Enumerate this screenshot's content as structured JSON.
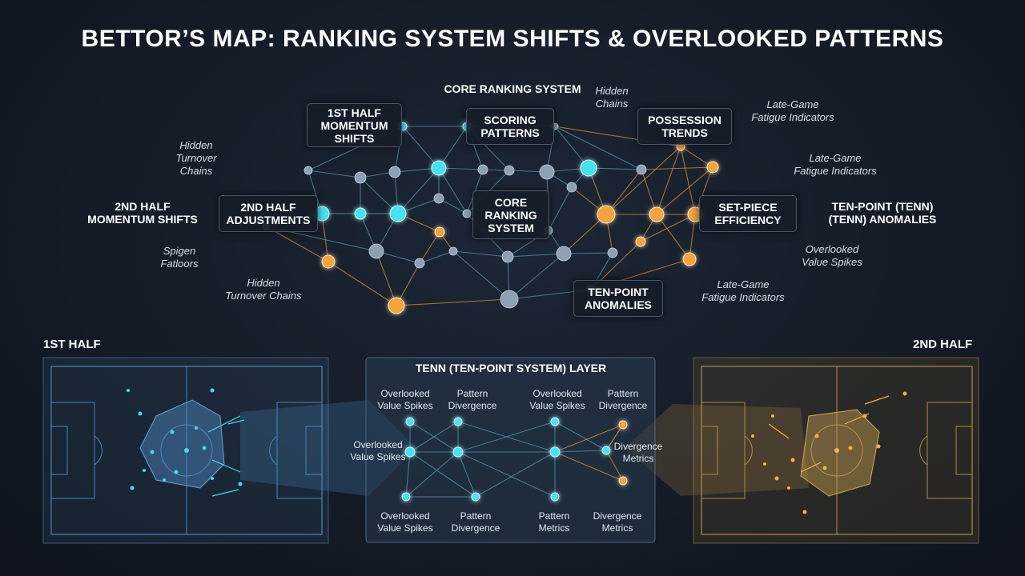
{
  "title": "BETTOR’S MAP: RANKING SYSTEM SHIFTS & OVERLOOKED PATTERNS",
  "top_label": "CORE RANKING SYSTEM",
  "boxes": {
    "first_half_momentum": [
      "1ST HALF",
      "MOMENTUM",
      "SHIFTS"
    ],
    "scoring_patterns": [
      "SCORING",
      "PATTERNS"
    ],
    "possession_trends": [
      "POSSESSION",
      "TRENDS"
    ],
    "second_half_adjustments": [
      "2ND HALF",
      "ADJUSTMENTS"
    ],
    "core_ranking": [
      "CORE",
      "RANKING",
      "SYSTEM"
    ],
    "set_piece": [
      "SET-PIECE",
      "EFFICIENCY"
    ],
    "ten_point_anomalies": [
      "TEN-POINT",
      "ANOMALIES"
    ]
  },
  "side_labels": {
    "left": [
      "2ND HALF",
      "MOMENTUM SHIFTS"
    ],
    "right": [
      "TEN-POINT (TENN)",
      "(TENN) ANOMALIES"
    ]
  },
  "annotations": {
    "hidden_chains_top": [
      "Hidden",
      "Chains"
    ],
    "late_game_1": [
      "Late-Game",
      "Fatigue Indicators"
    ],
    "late_game_2": [
      "Late-Game",
      "Fatigue Indicators"
    ],
    "late_game_3": [
      "Late-Game",
      "Fatigue Indicators"
    ],
    "hidden_turnover_left": [
      "Hidden",
      "Turnover",
      "Chains"
    ],
    "spigen": [
      "Spigen",
      "Fatloors"
    ],
    "hidden_turnover_bottom": [
      "Hidden",
      "Turnover Chains"
    ],
    "overlooked_right": [
      "Overlooked",
      "Value Spikes"
    ]
  },
  "halves": {
    "first": "1ST HALF",
    "second": "2ND HALF"
  },
  "tenn_layer": {
    "title": "TENN (TEN-POINT SYSTEM) LAYER",
    "labels": {
      "top_1": [
        "Overlooked",
        "Value Spikes"
      ],
      "top_2": [
        "Pattern",
        "Divergence"
      ],
      "top_3": [
        "Overlooked",
        "Value Spikes"
      ],
      "top_4": [
        "Pattern",
        "Divergence"
      ],
      "mid_left": [
        "Overlooked",
        "Value Spikes"
      ],
      "mid_right": [
        "Divergence",
        "Metrics"
      ],
      "bot_1": [
        "Overlooked",
        "Value Spikes"
      ],
      "bot_2": [
        "Pattern",
        "Divergence"
      ],
      "bot_3": [
        "Pattern",
        "Metrics"
      ],
      "bot_4": [
        "Divergence",
        "Metrics"
      ]
    }
  },
  "colors": {
    "cyan": "#45e3f0",
    "orange": "#f3a43c",
    "grey": "#8fa0b3",
    "bg": "#141b26"
  }
}
